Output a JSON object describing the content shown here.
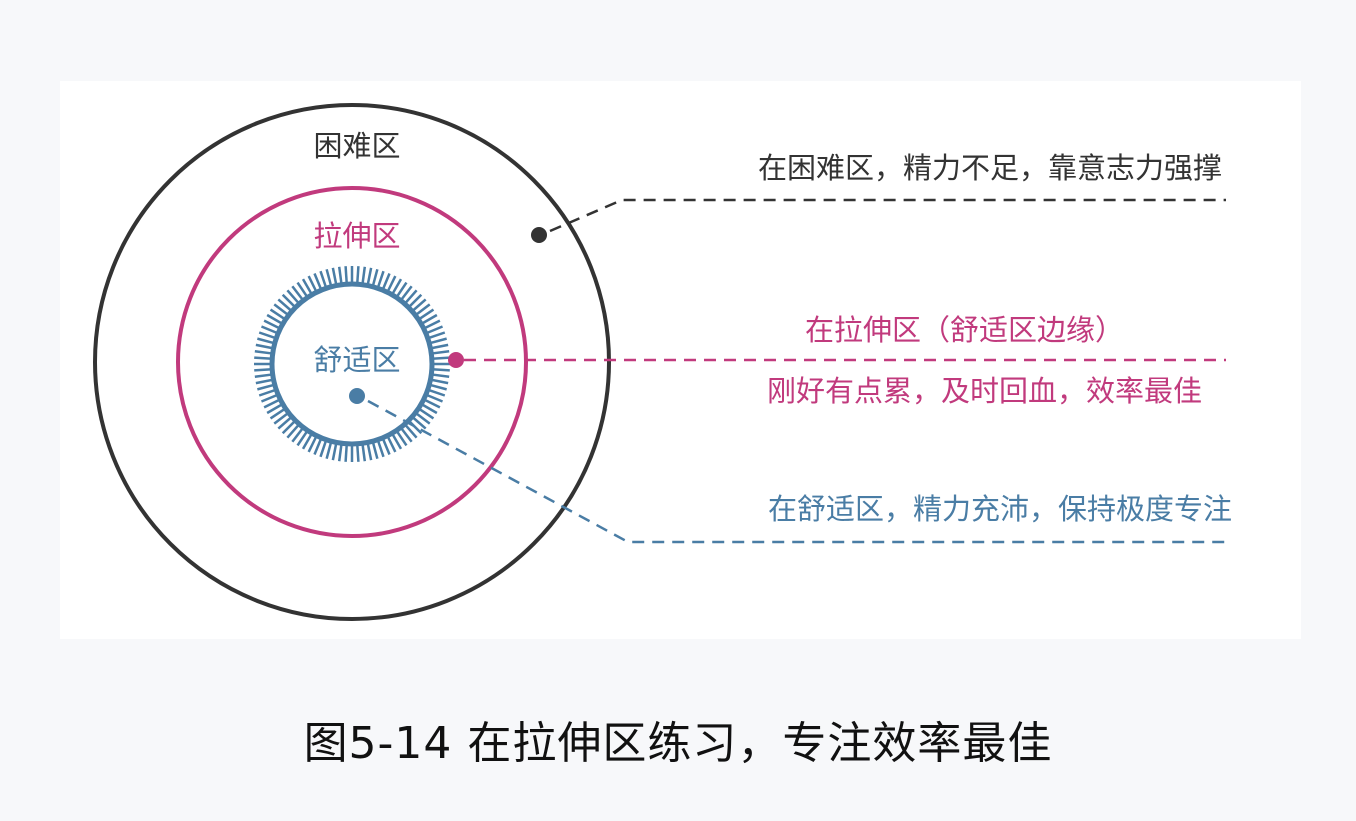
{
  "zones": {
    "hard": {
      "label": "困难区",
      "color": "#333333"
    },
    "stretch": {
      "label": "拉伸区",
      "color": "#c13a7d"
    },
    "comfort": {
      "label": "舒适区",
      "color": "#4a7da5"
    }
  },
  "notes": {
    "hard": "在困难区，精力不足，靠意志力强撑",
    "stretch_line1": "在拉伸区（舒适区边缘）",
    "stretch_line2": "刚好有点累，及时回血，效率最佳",
    "comfort": "在舒适区，精力充沛，保持极度专注"
  },
  "caption": "图5-14 在拉伸区练习，专注效率最佳"
}
